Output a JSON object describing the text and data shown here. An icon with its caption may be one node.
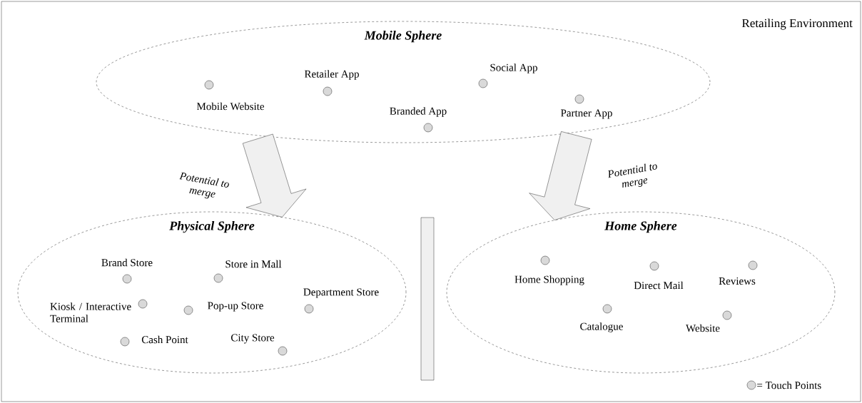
{
  "diagram": {
    "nodes": [
      {
        "text": [
          "Retailing Environment"
        ]
      },
      {
        "text": [
          "Mobile Sphere"
        ],
        "in": 0
      },
      {
        "text": [],
        "shape": "circle",
        "beside": [
          "Mobile Website"
        ],
        "in": 1
      },
      {
        "text": [],
        "shape": "circle",
        "beside": [
          "Retailer App"
        ],
        "in": 1
      },
      {
        "text": [],
        "shape": "circle",
        "beside": [
          "Branded App"
        ],
        "in": 1
      },
      {
        "text": [],
        "shape": "circle",
        "beside": [
          "Social App"
        ],
        "in": 1
      },
      {
        "text": [],
        "shape": "circle",
        "beside": [
          "Partner App"
        ],
        "in": 1
      },
      {
        "text": [
          "Physical Sphere"
        ],
        "in": 0
      },
      {
        "text": [],
        "shape": "circle",
        "beside": [
          "Brand Store"
        ],
        "in": 7
      },
      {
        "text": [],
        "shape": "circle",
        "beside": [
          "Store in Mall"
        ],
        "in": 7
      },
      {
        "text": [],
        "shape": "circle",
        "beside": [
          "Kiosk / Interactive Terminal"
        ],
        "in": 7
      },
      {
        "text": [],
        "shape": "circle",
        "beside": [
          "Pop-up Store"
        ],
        "in": 7
      },
      {
        "text": [],
        "shape": "circle",
        "beside": [
          "Department Store"
        ],
        "in": 7
      },
      {
        "text": [],
        "shape": "circle",
        "beside": [
          "Cash Point"
        ],
        "in": 7
      },
      {
        "text": [],
        "shape": "circle",
        "beside": [
          "City Store"
        ],
        "in": 7
      },
      {
        "text": [
          "Home Sphere"
        ],
        "in": 0
      },
      {
        "text": [],
        "shape": "circle",
        "beside": [
          "Home Shopping"
        ],
        "in": 15
      },
      {
        "text": [],
        "shape": "circle",
        "beside": [
          "Direct Mail"
        ],
        "in": 15
      },
      {
        "text": [],
        "shape": "circle",
        "beside": [
          "Reviews"
        ],
        "in": 15
      },
      {
        "text": [],
        "shape": "circle",
        "beside": [
          "Catalogue"
        ],
        "in": 15
      },
      {
        "text": [],
        "shape": "circle",
        "beside": [
          "Website"
        ],
        "in": 15
      },
      {
        "text": [],
        "shape": "bar",
        "in": 0
      }
    ],
    "edges": [
      {
        "from": 1,
        "to": 7,
        "arrow": "to",
        "label": "Potential to merge"
      },
      {
        "from": 1,
        "to": 15,
        "arrow": "to",
        "label": "Potential to merge"
      }
    ],
    "legend": [
      {
        "text": "= Touch Points"
      }
    ]
  }
}
